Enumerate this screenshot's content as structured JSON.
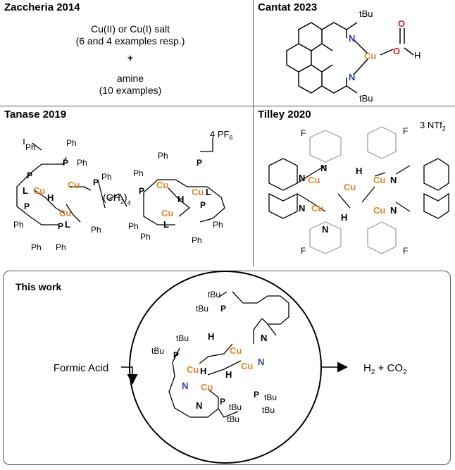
{
  "panels": {
    "zaccheria": {
      "title": "Zaccheria 2014",
      "line1": "Cu(II) or Cu(I) salt",
      "line2": "(6 and 4 examples resp.)",
      "plus": "+",
      "line3": "amine",
      "line4": "(10 examples)"
    },
    "cantat": {
      "title": "Cantat 2023",
      "labels": {
        "tbu_top": "tBu",
        "tbu_bottom": "tBu",
        "n_top": "N",
        "n_bottom": "N",
        "cu": "Cu",
        "o1": "O",
        "o2": "O",
        "h": "H"
      }
    },
    "tanase": {
      "title": "Tanase 2019",
      "counterion": "4 PF",
      "counterion_sub": "6",
      "chain_label": "(CH",
      "chain_sub": "2",
      "chain_close": ")",
      "chain_count": "4"
    },
    "tilley": {
      "title": "Tilley 2020",
      "counterion": "3 NTf",
      "counterion_sub": "2"
    },
    "this_work": {
      "title": "This work",
      "reactant": "Formic Acid",
      "product": "H",
      "product_sub": "2",
      "product_rest": " + CO",
      "product_sub2": "2"
    }
  },
  "colors": {
    "copper": "#e8821e",
    "nitrogen": "#2a3fb0",
    "border": "#555555"
  }
}
